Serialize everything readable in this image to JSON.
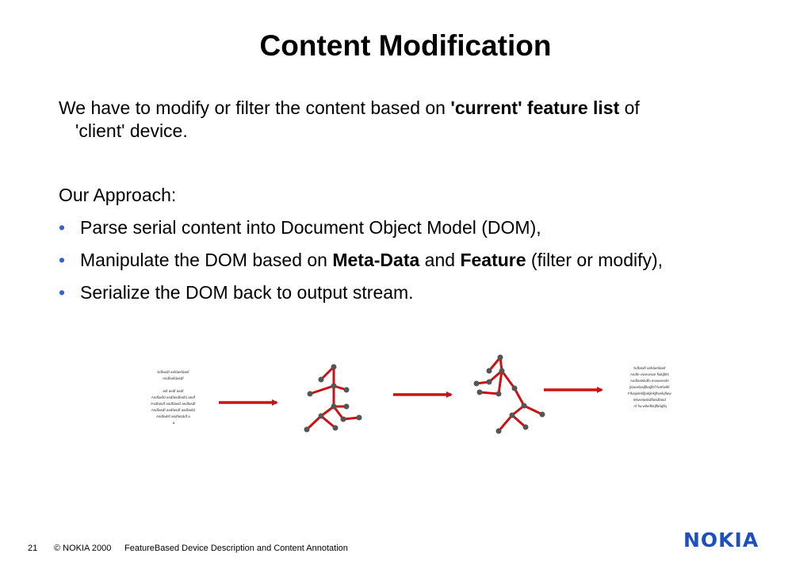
{
  "slide": {
    "title": "Content Modification",
    "para_pre": "We have to modify or filter the content based on ",
    "para_bold": "'current' feature list",
    "para_post": " of",
    "para_line2": "'client' device.",
    "approach": "Our Approach:",
    "bullets": [
      {
        "pre": "Parse serial content into Document Object Model (DOM),",
        "b1": "",
        "mid": "",
        "b2": "",
        "post": ""
      },
      {
        "pre": "Manipulate the DOM based on ",
        "b1": "Meta-Data",
        "mid": " and ",
        "b2": "Feature",
        "post": " (filter or modify),"
      },
      {
        "pre": "Serialize the DOM back to output stream.",
        "b1": "",
        "mid": "",
        "b2": "",
        "post": ""
      }
    ]
  },
  "diagram": {
    "input_text": [
      "Sdfasdf asfdasfdasf",
      "Asdfasfdasdf",
      "",
      "asf asdf asdf",
      "Asdfasfd asdfasdfasfd asdf",
      "Asdfasdf asdfdasd asdfasdf",
      "Asdfasdf asdfasdf asdfasfd",
      "Asdfadsf asdfasddf a",
      "a"
    ],
    "output_text": [
      "Sdfasdf asfdasfdasf",
      "Asdfe eweoewe flakjlkfs",
      "Asdfaslskdfs eioweeiofe",
      "jklaoslasjflkajlfsf fwefwlkf",
      "Flkajwlekfjlakjlekjflwekjflaw",
      "lekwelaskdflasdfasd",
      "Af fw wlkefkkjflkfajfkj"
    ],
    "colors": {
      "arrow": "#cc1111",
      "edge": "#cc1111",
      "node": "#555555"
    }
  },
  "footer": {
    "page_number": "21",
    "copyright": "© NOKIA 2000",
    "description": "FeatureBased Device Description and Content Annotation",
    "logo": "NOKIA"
  }
}
